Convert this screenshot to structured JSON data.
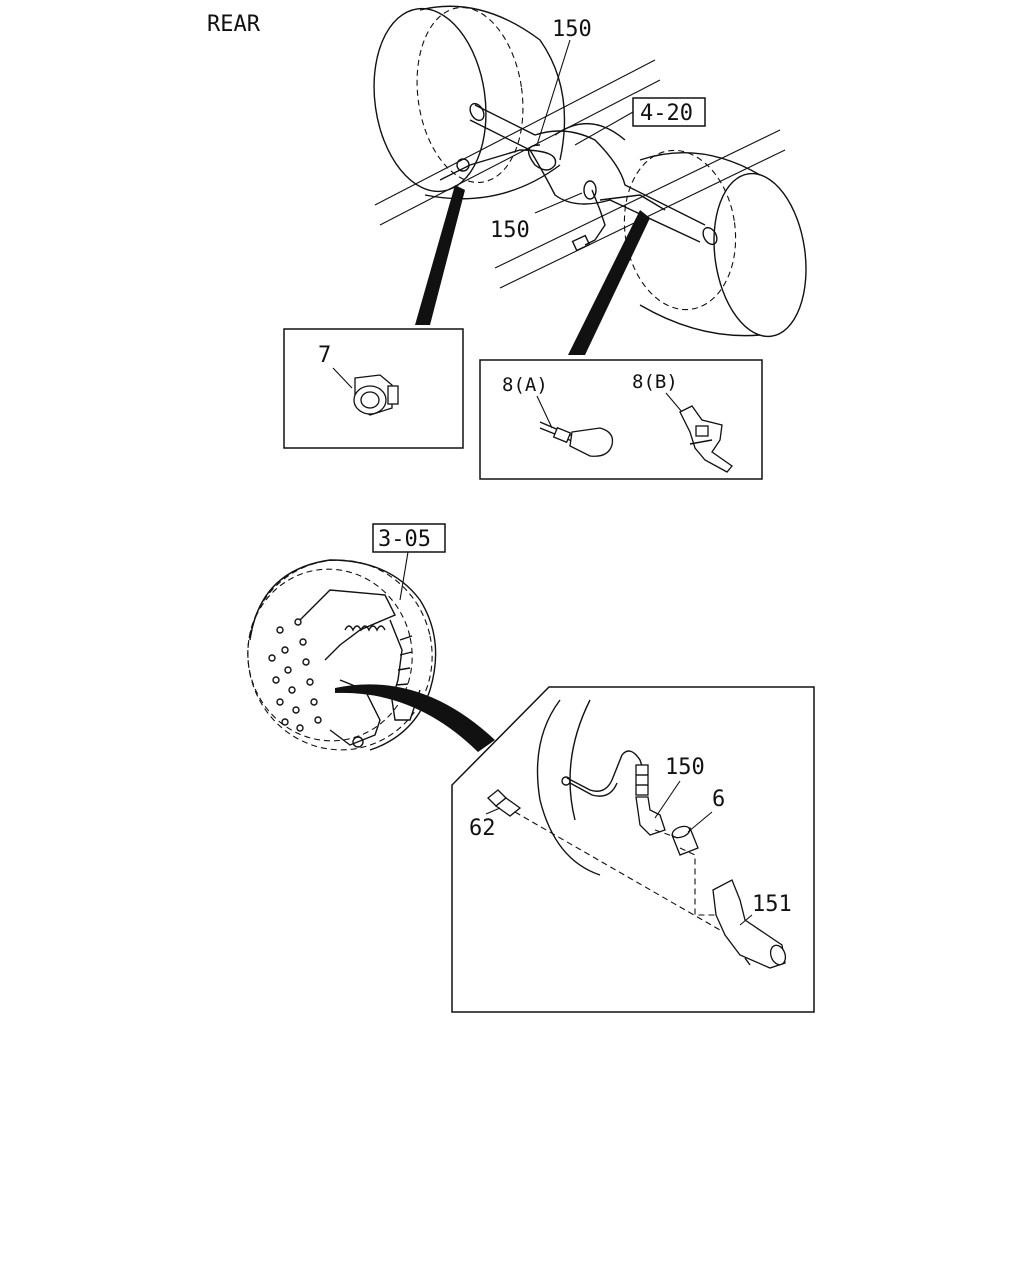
{
  "header": {
    "title": "REAR"
  },
  "callouts": {
    "part_150_top": "150",
    "part_150_mid": "150",
    "part_150_detail": "150",
    "part_7": "7",
    "part_8a": "8(A)",
    "part_8b": "8(B)",
    "part_62": "62",
    "part_6": "6",
    "part_151": "151"
  },
  "references": {
    "ref_axle": "4-20",
    "ref_brake": "3-05"
  }
}
